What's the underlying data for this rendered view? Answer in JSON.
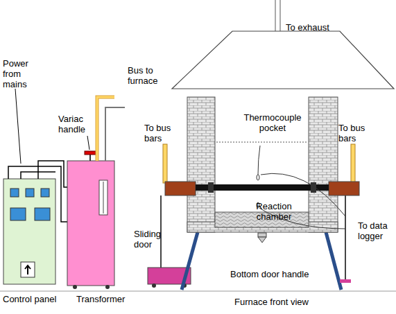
{
  "diagram": {
    "labels": [
      "To exhaust",
      "Power from mains",
      "Variac handle",
      "Bus to furnace",
      "To bus bars",
      "To bus bars",
      "Thermocouple pocket",
      "Sliding door",
      "Reaction chamber",
      "To data logger",
      "Bottom door handle",
      "Control panel",
      "Transformer",
      "Furnace front view"
    ]
  }
}
